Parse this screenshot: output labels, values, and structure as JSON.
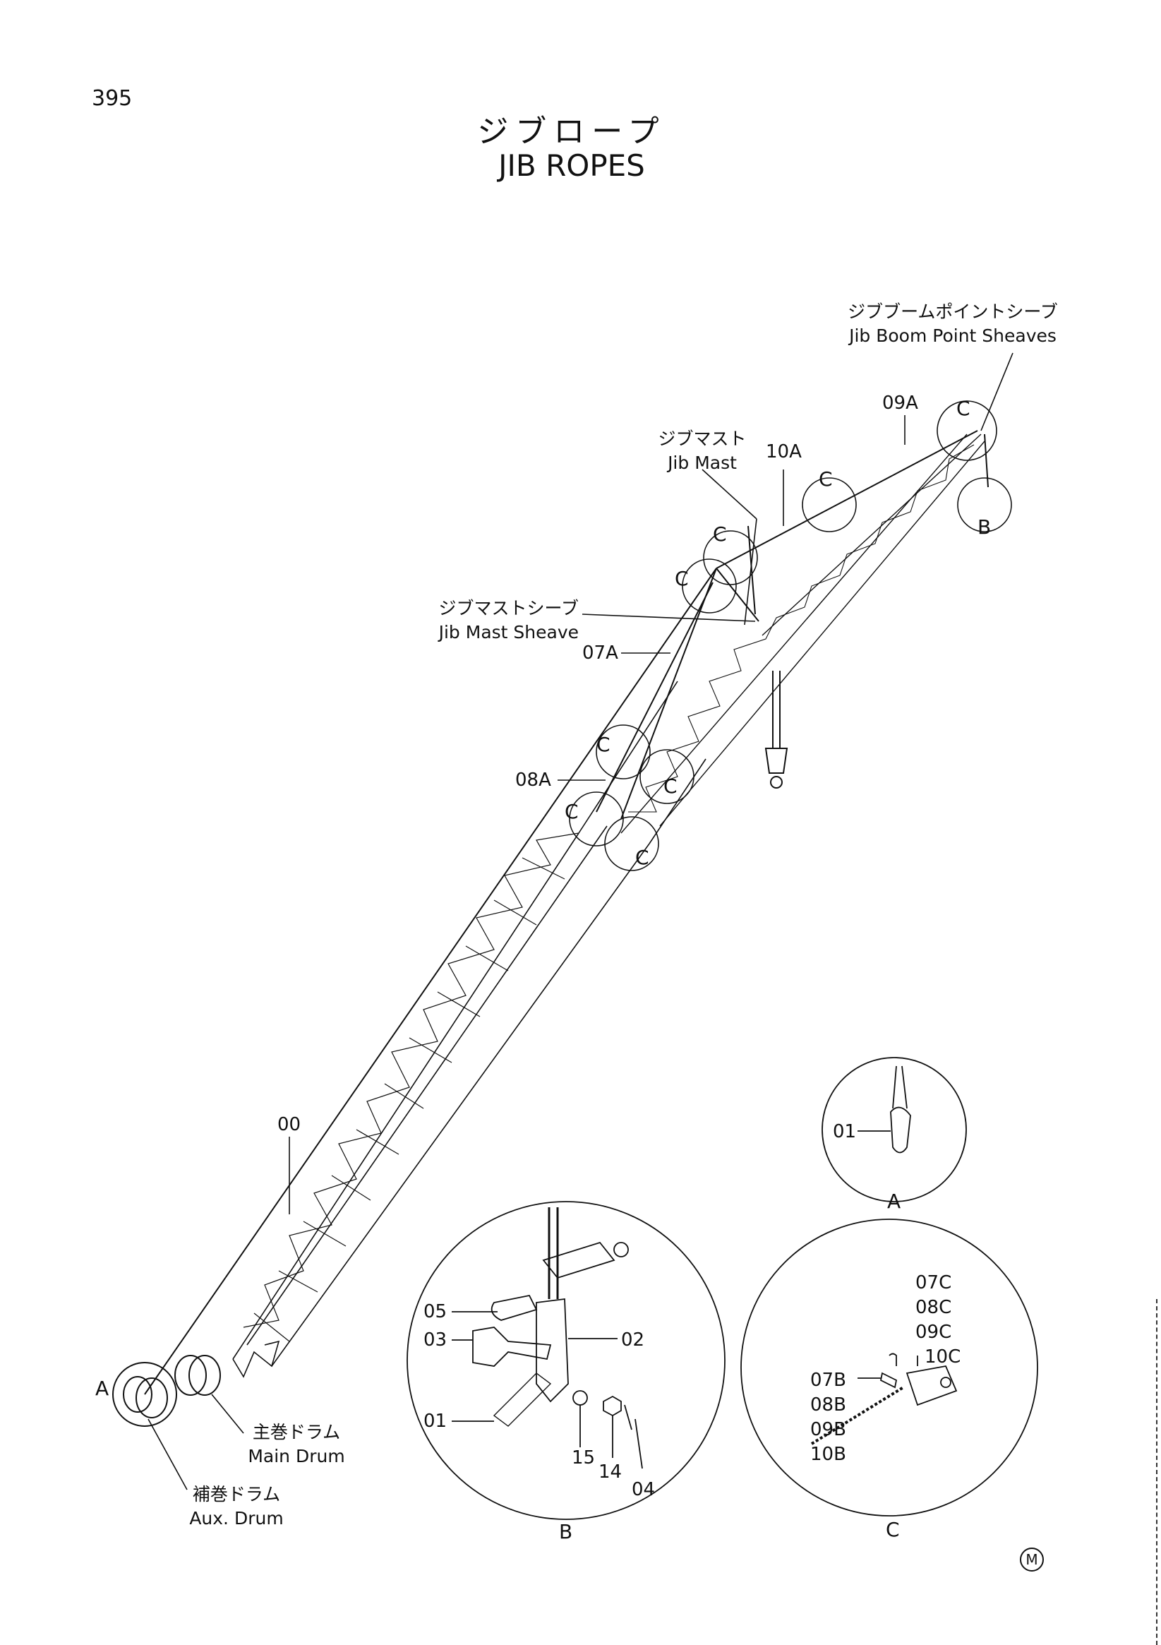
{
  "page_number": "395",
  "title_jp": "ジブロープ",
  "title_en": "JIB ROPES",
  "labels": {
    "jib_boom_point_sheaves_jp": "ジブブームポイントシーブ",
    "jib_boom_point_sheaves_en": "Jib Boom Point Sheaves",
    "jib_mast_jp": "ジブマスト",
    "jib_mast_en": "Jib Mast",
    "jib_mast_sheave_jp": "ジブマストシーブ",
    "jib_mast_sheave_en": "Jib Mast Sheave",
    "main_drum_jp": "主巻ドラム",
    "main_drum_en": "Main Drum",
    "aux_drum_jp": "補巻ドラム",
    "aux_drum_en": "Aux. Drum"
  },
  "part_numbers": {
    "p09A": "09A",
    "p10A": "10A",
    "p07A": "07A",
    "p08A": "08A",
    "p00": "00",
    "detail_a_01": "01",
    "detail_b_05": "05",
    "detail_b_03": "03",
    "detail_b_01": "01",
    "detail_b_02": "02",
    "detail_b_15": "15",
    "detail_b_14": "14",
    "detail_b_04": "04",
    "detail_c_07C": "07C",
    "detail_c_08C": "08C",
    "detail_c_09C": "09C",
    "detail_c_10C": "10C",
    "detail_c_07B": "07B",
    "detail_c_08B": "08B",
    "detail_c_09B": "09B",
    "detail_c_10B": "10B"
  },
  "detail_markers": {
    "a": "A",
    "b": "B",
    "c": "C"
  },
  "manufacturer_mark": "M"
}
